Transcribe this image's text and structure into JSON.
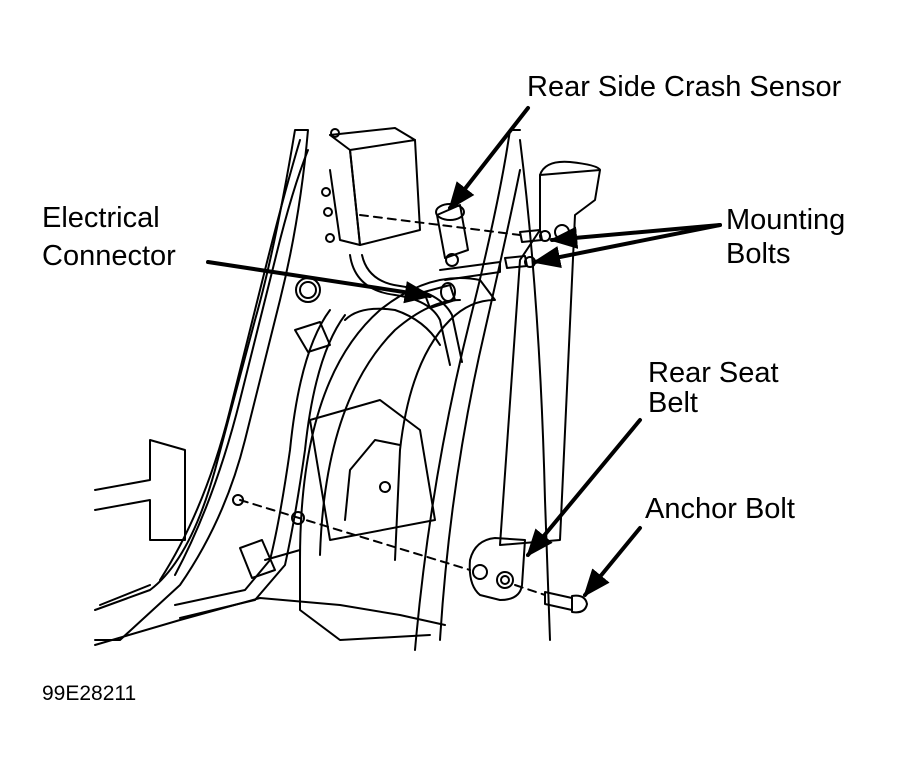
{
  "labels": {
    "rear_side_crash_sensor": "Rear Side Crash Sensor",
    "electrical_connector_line1": "Electrical",
    "electrical_connector_line2": "Connector",
    "mounting_bolts_line1": "Mounting",
    "mounting_bolts_line2": "Bolts",
    "rear_seat_belt_line1": "Rear Seat",
    "rear_seat_belt_line2": "Belt",
    "anchor_bolt": "Anchor Bolt"
  },
  "figure_id": "99E28211"
}
